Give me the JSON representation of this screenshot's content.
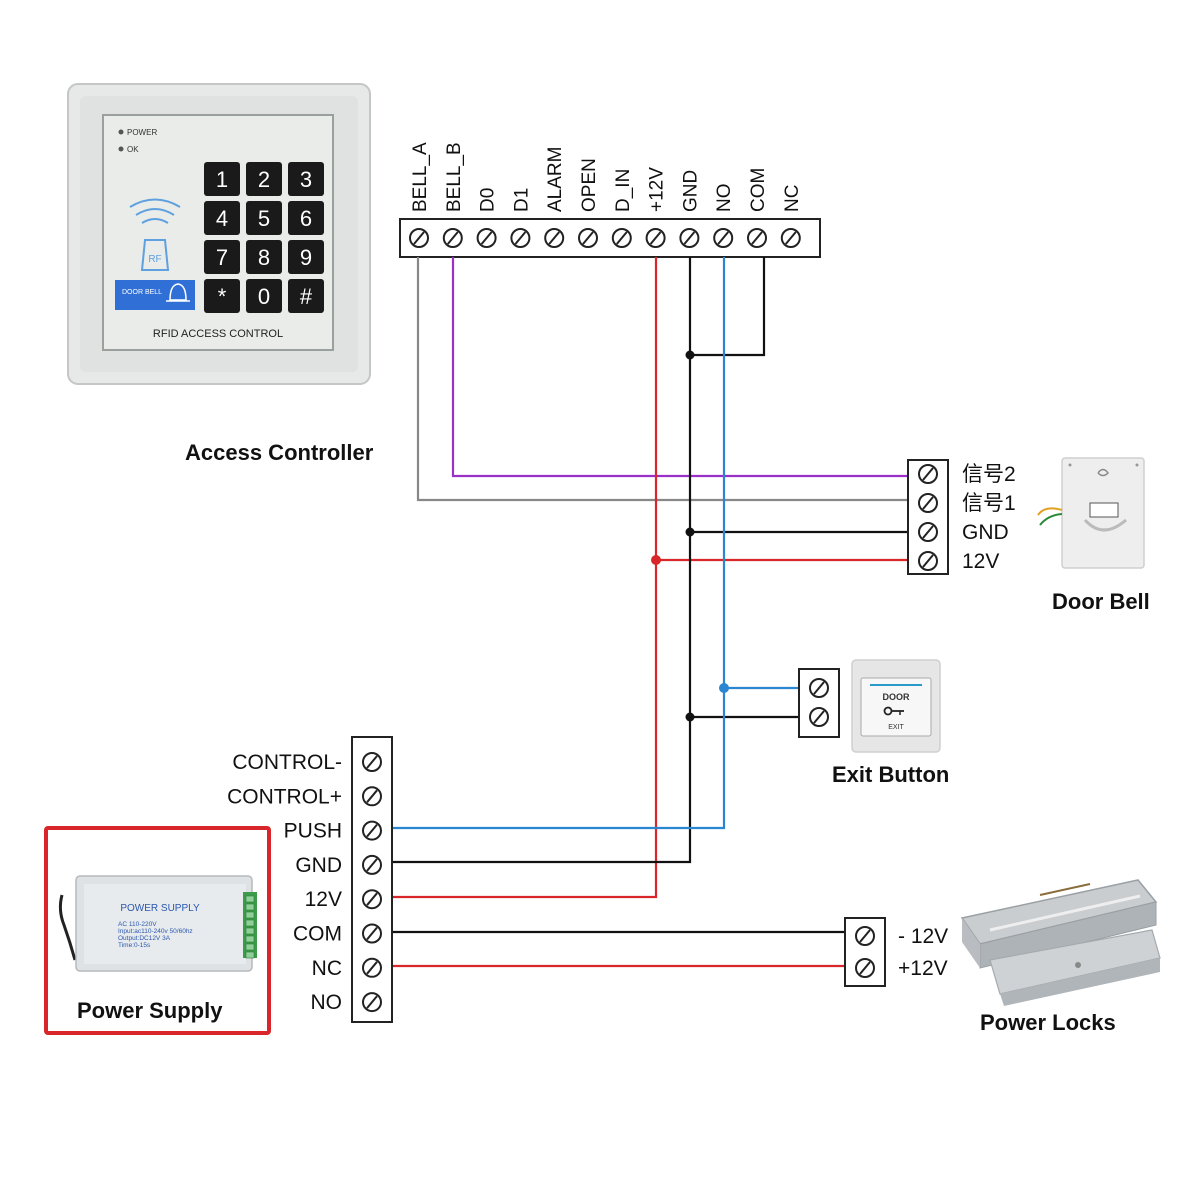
{
  "keypad": {
    "indicators": [
      "POWER",
      "OK"
    ],
    "keys": [
      "1",
      "2",
      "3",
      "4",
      "5",
      "6",
      "7",
      "8",
      "9",
      "*",
      "0",
      "#"
    ],
    "rf_label": "RF",
    "bell_label": "DOOR BELL",
    "bottom_text": "RFID ACCESS CONTROL"
  },
  "labels": {
    "access_controller": "Access Controller",
    "door_bell": "Door Bell",
    "exit_button": "Exit Button",
    "power_supply": "Power Supply",
    "power_locks": "Power Locks"
  },
  "controller_terminals": [
    "BELL_A",
    "BELL_B",
    "D0",
    "D1",
    "ALARM",
    "OPEN",
    "D_IN",
    "+12V",
    "GND",
    "NO",
    "COM",
    "NC"
  ],
  "doorbell_terminals": [
    "信号2",
    "信号1",
    "GND",
    "12V"
  ],
  "psu_terminals": [
    "CONTROL-",
    "CONTROL+",
    "PUSH",
    "GND",
    "12V",
    "COM",
    "NC",
    "NO"
  ],
  "lock_terminals": [
    "- 12V",
    "+12V"
  ],
  "exit_button_text": {
    "top": "DOOR",
    "bottom": "EXIT"
  },
  "psu_device": {
    "title": "POWER SUPPLY",
    "lines": [
      "AC 110-220V",
      "Input:ac110-240v  50/60hz",
      "Output:DC12V  3A",
      "Time:0-15s"
    ]
  },
  "colors": {
    "bell_a_wire": "#888888",
    "bell_b_wire": "#9b30c8",
    "power_wire": "#d8262b",
    "gnd_wire": "#111111",
    "push_wire": "#2a86d0",
    "highlight_box": "#d8262b",
    "keypad_key": "#1a1a1a",
    "bell_button": "#2f6fd6"
  }
}
